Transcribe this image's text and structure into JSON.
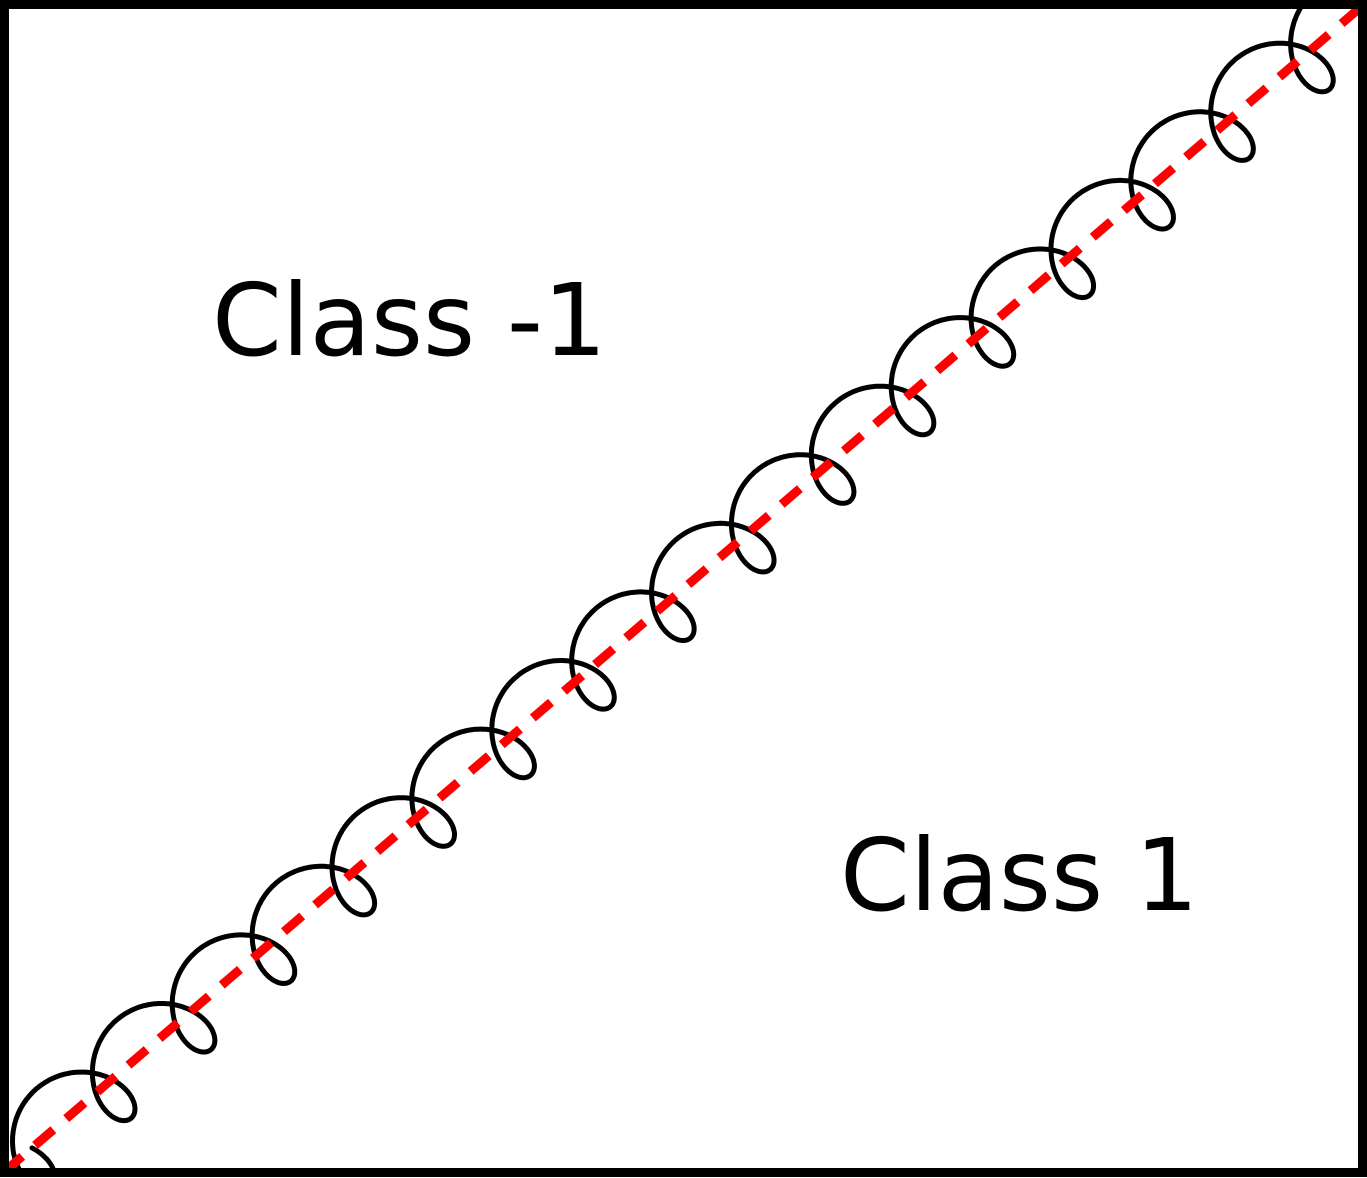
{
  "diagram": {
    "labels": {
      "class_negative": "Class -1",
      "class_positive": "Class 1"
    },
    "colors": {
      "frame": "#000000",
      "wavy_boundary": "#000000",
      "linear_boundary": "#ff0000",
      "background": "#ffffff"
    },
    "wavy_boundary": {
      "oscillations": 17
    }
  }
}
